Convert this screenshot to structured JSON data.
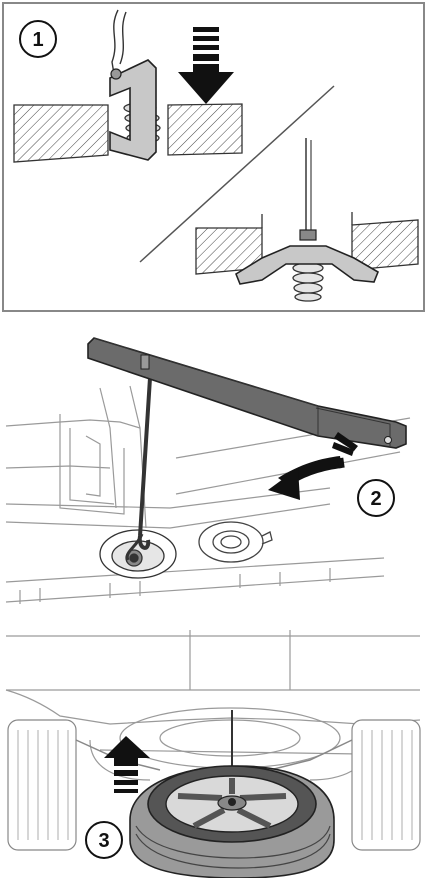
{
  "steps": [
    {
      "number": "1"
    },
    {
      "number": "2"
    },
    {
      "number": "3"
    }
  ],
  "colors": {
    "line": "#222222",
    "light_line": "#9a9a9a",
    "fill_grey": "#c8c8c8",
    "dark_grey": "#555555",
    "frame": "#888888"
  }
}
